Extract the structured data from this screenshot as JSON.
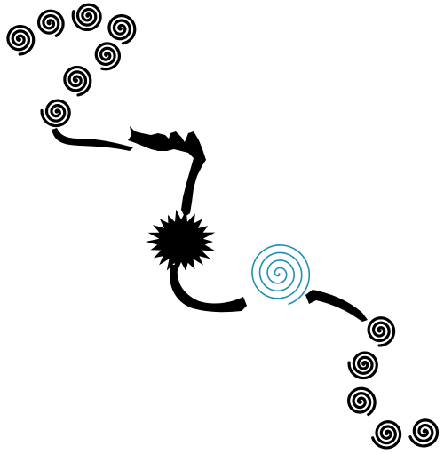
{
  "artwork": {
    "colors": {
      "background": "#ffffff",
      "ink": "#000000",
      "accent_spiral": "#1e8fb3"
    },
    "elements": [
      "spiral-cluster-top-left",
      "face-profile-silhouette",
      "starburst-silhouette",
      "blue-spiral",
      "spiral-cluster-bottom-right"
    ]
  }
}
